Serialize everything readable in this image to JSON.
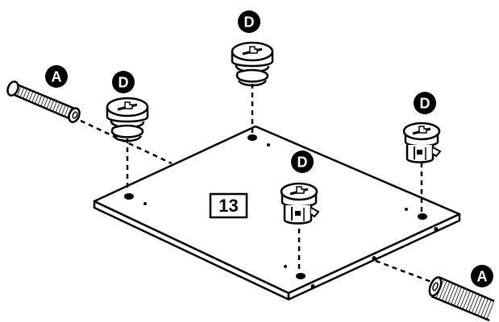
{
  "diagram": {
    "panel_label": "13",
    "part_labels": {
      "dowel_left": "A",
      "dowel_right": "A",
      "cam_1": "D",
      "cam_2": "D",
      "cam_3": "D",
      "cam_4": "D"
    }
  },
  "colors": {
    "ink": "#000000",
    "paper": "#ffffff",
    "shade": "#e6e6e6"
  },
  "icons": [
    "wooden-dowel-icon",
    "cam-lock-nut-icon",
    "cam-lock-housing-icon"
  ]
}
